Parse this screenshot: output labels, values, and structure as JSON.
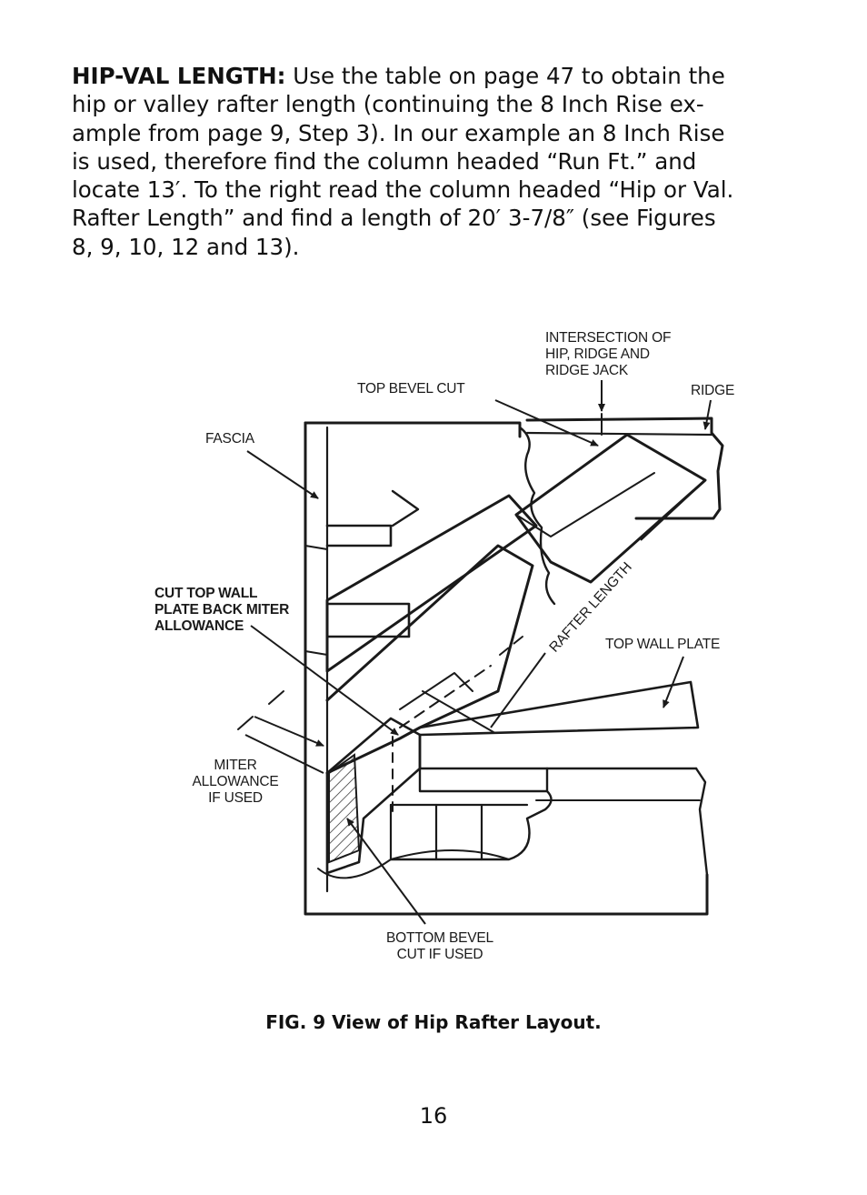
{
  "paragraph": {
    "lead": "HIP-VAL LENGTH:",
    "lines": [
      " Use the table on page 47 to obtain the",
      "hip or valley rafter length (continuing the 8 Inch Rise ex-",
      "ample from page 9, Step 3).  In our example an 8 Inch Rise",
      "is used, therefore find the column headed “Run Ft.” and",
      "locate 13′.  To the right read the column headed “Hip or Val.",
      "Rafter Length” and find a length of 20′ 3-7/8″ (see Figures",
      "8, 9, 10, 12 and 13)."
    ]
  },
  "figure": {
    "labels": {
      "intersection": [
        "INTERSECTION OF",
        "HIP, RIDGE AND",
        "RIDGE JACK"
      ],
      "top_bevel_cut": "TOP BEVEL CUT",
      "ridge": "RIDGE",
      "fascia": "FASCIA",
      "cut_top_wall": [
        "CUT TOP WALL",
        "PLATE BACK MITER",
        "ALLOWANCE"
      ],
      "rafter_length": "RAFTER LENGTH",
      "top_wall_plate": "TOP WALL PLATE",
      "miter_allowance": [
        "MITER",
        "ALLOWANCE",
        "IF USED"
      ],
      "bottom_bevel": [
        "BOTTOM BEVEL",
        "CUT IF USED"
      ]
    }
  },
  "caption": "FIG. 9  View of Hip Rafter Layout.",
  "page_number": "16"
}
